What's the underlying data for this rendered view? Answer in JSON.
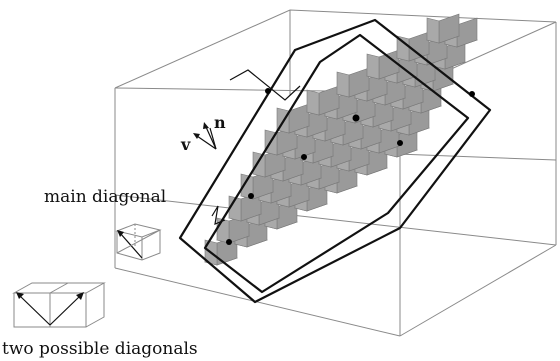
{
  "labels": {
    "main_diagonal": "main diagonal",
    "two_possible_diagonals": "two possible diagonals",
    "vector_v": "v",
    "vector_n": "n"
  },
  "colors": {
    "box_edges": "#8a8a8a",
    "outline": "#111111",
    "surface": "#a9a9a9",
    "background": "#ffffff"
  }
}
